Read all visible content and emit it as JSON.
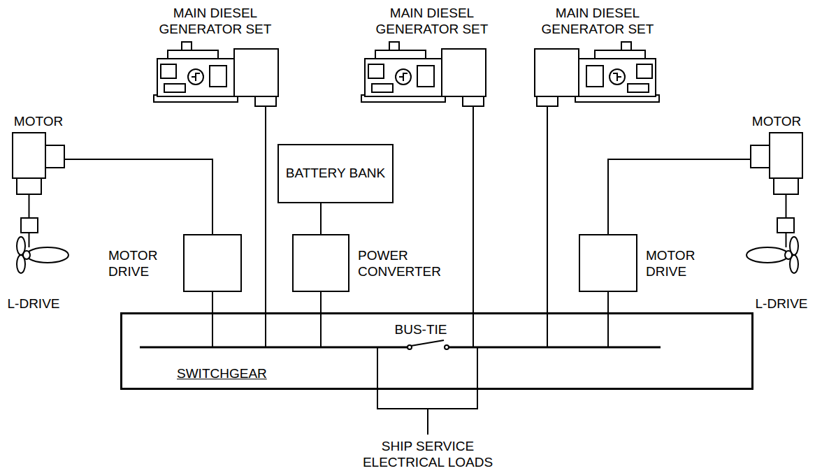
{
  "diagram": {
    "nodes": [
      {
        "text": [
          "BATTERY BANK"
        ]
      },
      {
        "text": [
          "MOTOR DRIVE"
        ]
      },
      {
        "text": [
          "POWER CONVERTER"
        ]
      },
      {
        "text": [
          "MOTOR DRIVE"
        ]
      },
      {
        "text": [
          "SWITCHGEAR"
        ]
      }
    ],
    "edges": [
      {
        "from": 0,
        "to": 2,
        "arrow": "none"
      },
      {
        "from": 1,
        "to": 4,
        "arrow": "none"
      },
      {
        "from": 2,
        "to": 4,
        "arrow": "none"
      },
      {
        "from": 3,
        "to": 4,
        "arrow": "none"
      }
    ],
    "labels": [
      "MAIN DIESEL GENERATOR SET",
      "MAIN DIESEL GENERATOR SET",
      "MAIN DIESEL GENERATOR SET",
      "MOTOR",
      "MOTOR",
      "L-DRIVE",
      "L-DRIVE",
      "BUS-TIE",
      "SHIP SERVICE ELECTRICAL LOADS"
    ]
  }
}
